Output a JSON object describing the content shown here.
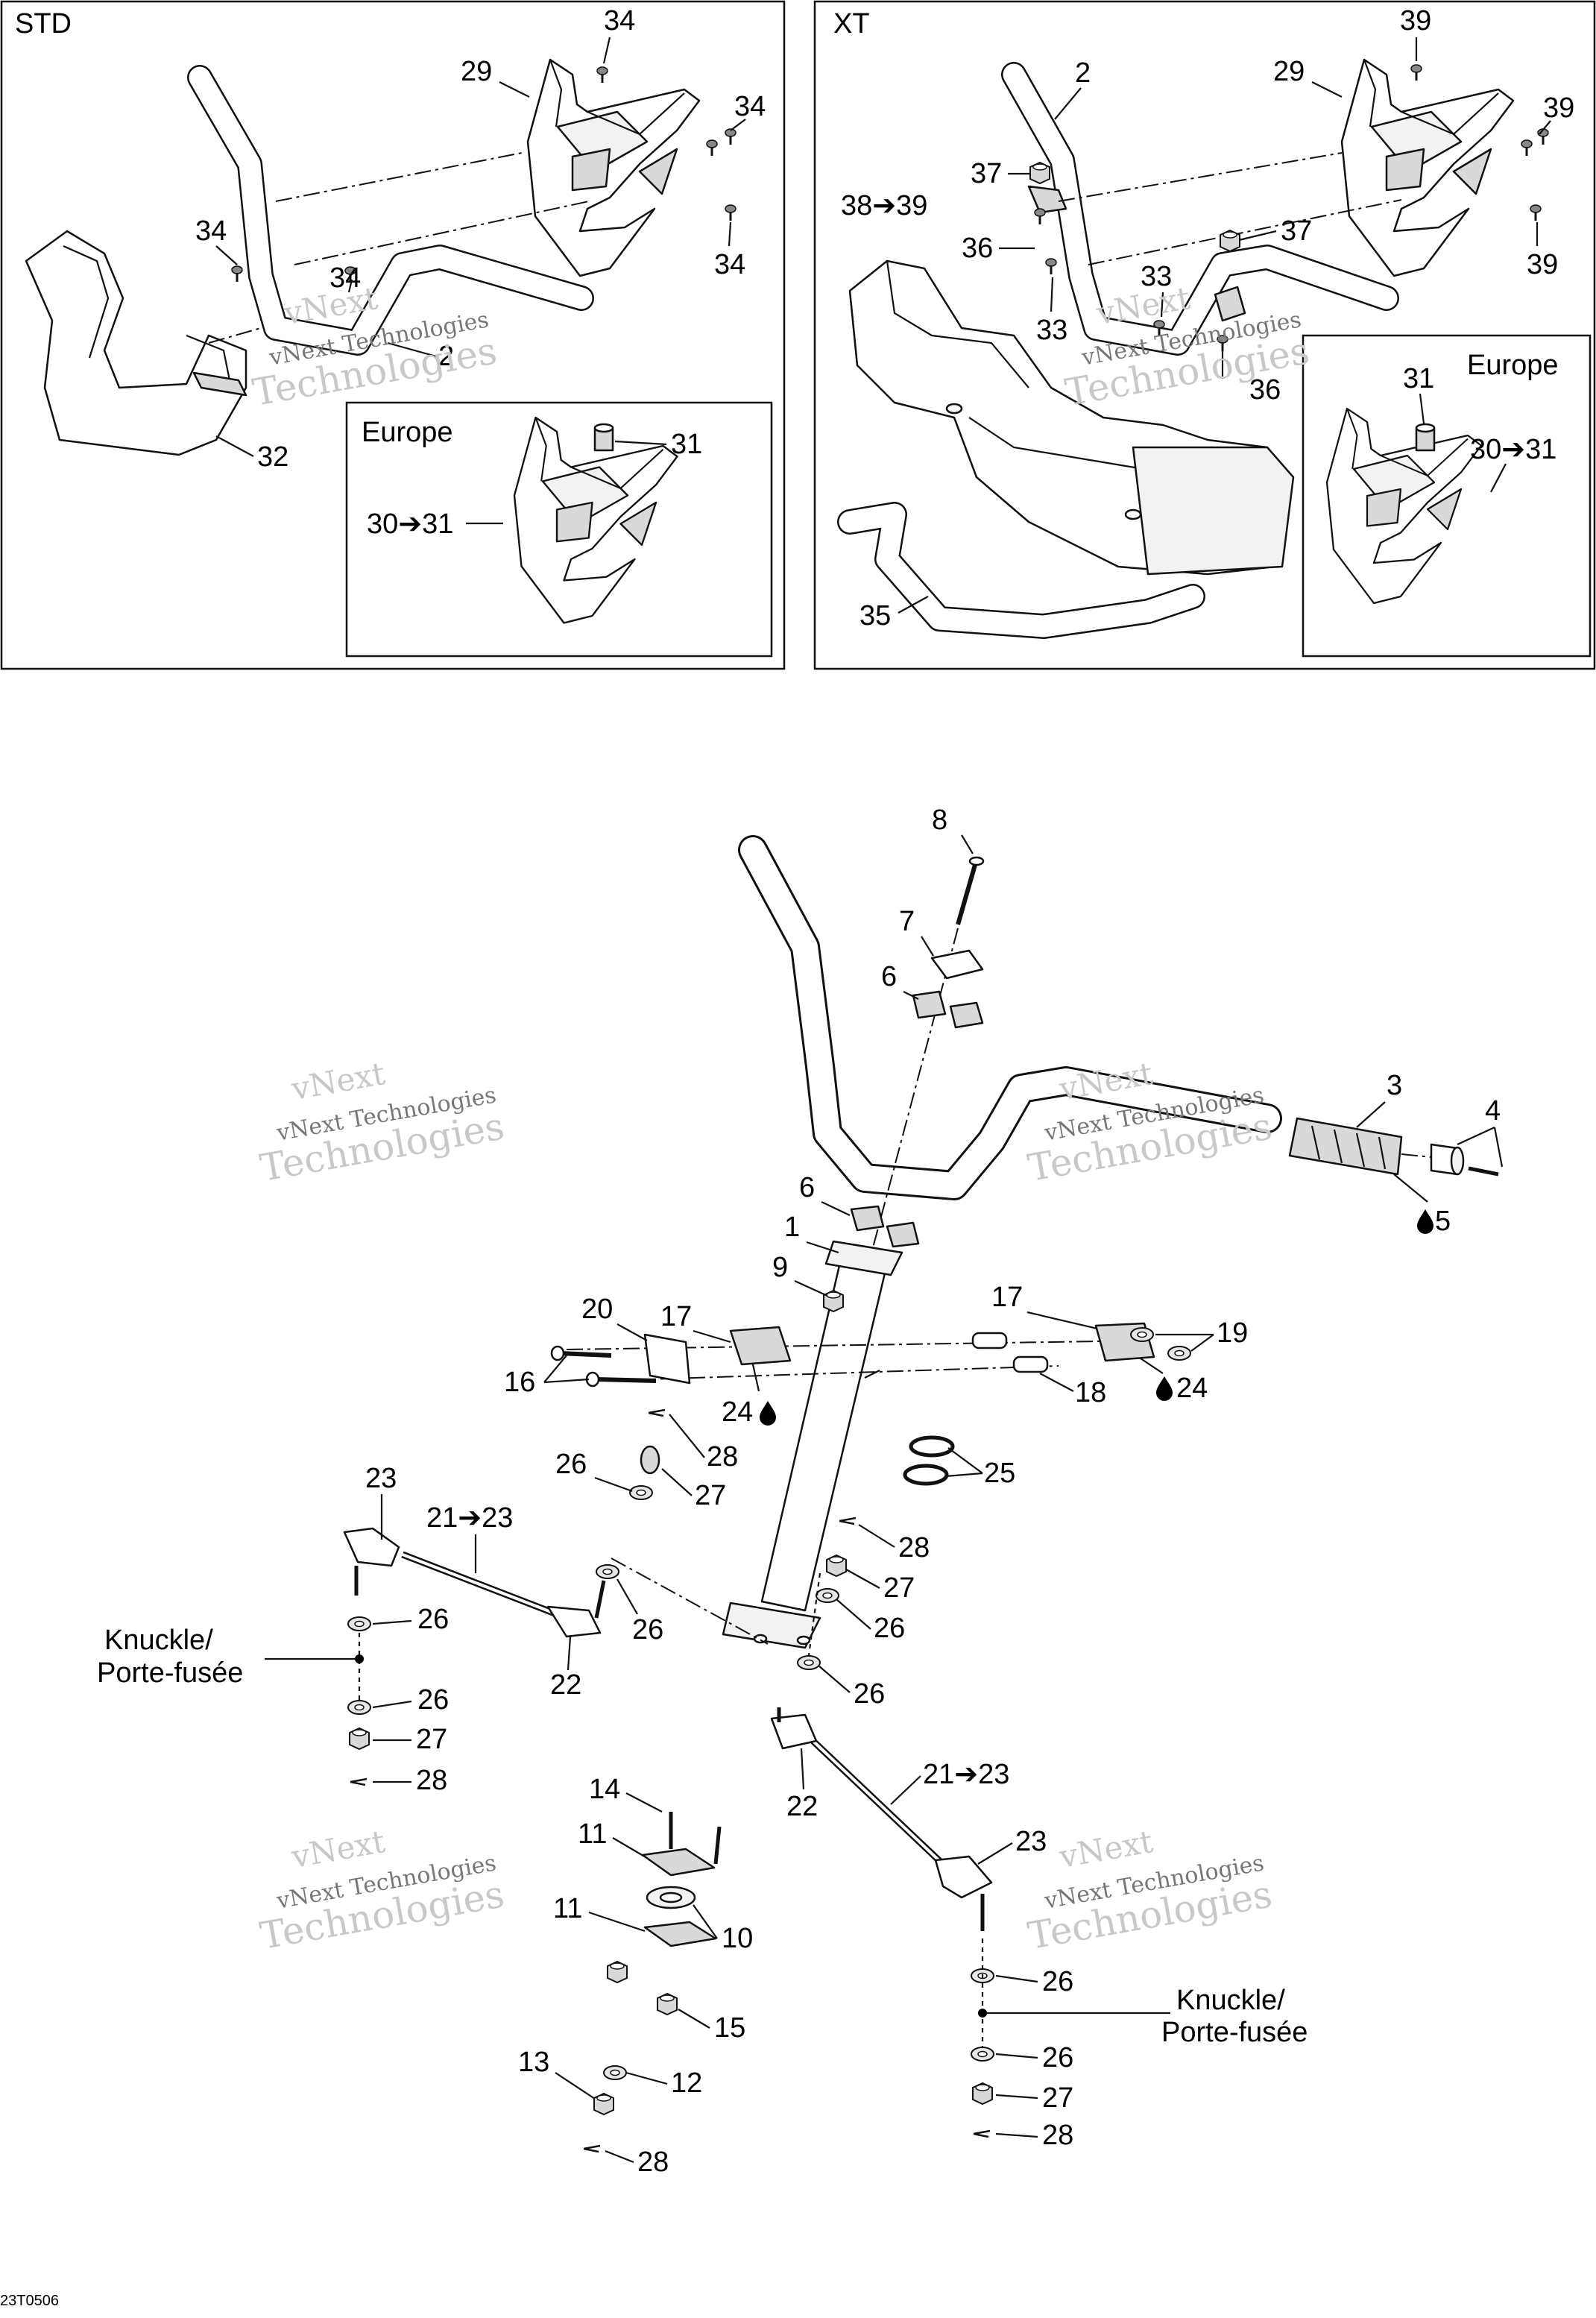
{
  "panels": {
    "std": {
      "title": "STD",
      "inset_title": "Europe"
    },
    "xt": {
      "title": "XT",
      "inset_title": "Europe"
    }
  },
  "callouts": {
    "std_34_top": "34",
    "std_29": "29",
    "std_34_right": "34",
    "std_34_left": "34",
    "std_34_mid": "34",
    "std_34_lower": "34",
    "std_2": "2",
    "std_32": "32",
    "std_31": "31",
    "std_30_31": "30➔31",
    "xt_39_top": "39",
    "xt_2": "2",
    "xt_29": "29",
    "xt_39_right": "39",
    "xt_37_left": "37",
    "xt_38_39": "38➔39",
    "xt_37_right": "37",
    "xt_36_left": "36",
    "xt_33_right": "33",
    "xt_39_lower": "39",
    "xt_33_left": "33",
    "xt_36_right": "36",
    "xt_35": "35",
    "xt_31": "31",
    "xt_30_31": "30➔31",
    "m_8": "8",
    "m_7": "7",
    "m_6_top": "6",
    "m_3": "3",
    "m_4": "4",
    "m_5": "5",
    "m_6_low": "6",
    "m_1": "1",
    "m_9": "9",
    "m_20": "20",
    "m_17_left": "17",
    "m_17_right": "17",
    "m_19": "19",
    "m_16": "16",
    "m_24_left": "24",
    "m_24_right": "24",
    "m_18": "18",
    "m_28_a": "28",
    "m_26_a": "26",
    "m_27_a": "27",
    "m_25": "25",
    "m_23_left": "23",
    "m_21_23_left": "21➔23",
    "m_28_b": "28",
    "m_27_b": "27",
    "m_26_b": "26",
    "m_26_c": "26",
    "m_26_d": "26",
    "m_26_e": "26",
    "m_26_f": "26",
    "m_27_c": "27",
    "m_28_c": "28",
    "m_22_left": "22",
    "m_22_right": "22",
    "m_21_23_right": "21➔23",
    "m_23_right": "23",
    "m_14": "14",
    "m_11_a": "11",
    "m_11_b": "11",
    "m_10": "10",
    "m_15": "15",
    "m_13": "13",
    "m_12": "12",
    "m_28_d": "28",
    "m_26_g": "26",
    "m_26_h": "26",
    "m_27_d": "27",
    "m_28_e": "28"
  },
  "knuckle": {
    "line1": "Knuckle/",
    "line2": "Porte-fusée"
  },
  "watermark": {
    "line1": "vNext",
    "line2": "vNext Technologies",
    "line3": "Technologies"
  },
  "figure_code": "23T0506",
  "icons": {
    "lubricant": "oil-drop-icon",
    "arrow": "right-arrow-glyph"
  }
}
